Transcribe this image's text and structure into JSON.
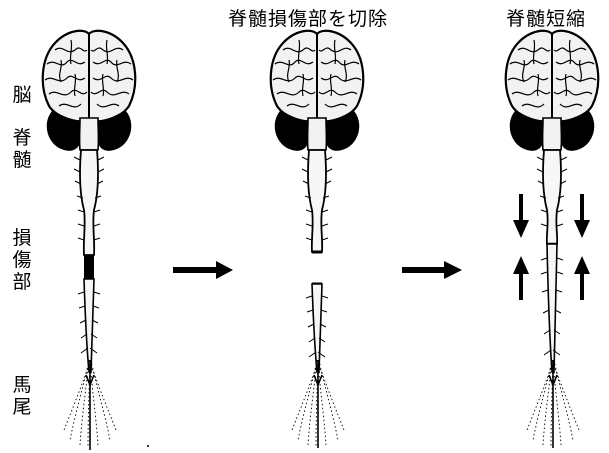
{
  "header": {
    "stage2_title": "脊髄損傷部を切除",
    "stage3_title": "脊髄短縮"
  },
  "side_labels": {
    "brain": "脳",
    "spinal_cord": "脊\n髄",
    "injury_site": "損\n傷\n部",
    "cauda_equina": "馬\n尾"
  },
  "colors": {
    "ink": "#000000",
    "background": "#ffffff",
    "brain_fill": "#f2f2f2"
  },
  "icons": [
    "brain-icon",
    "right-arrow-icon",
    "down-arrow-icon",
    "up-arrow-icon"
  ]
}
